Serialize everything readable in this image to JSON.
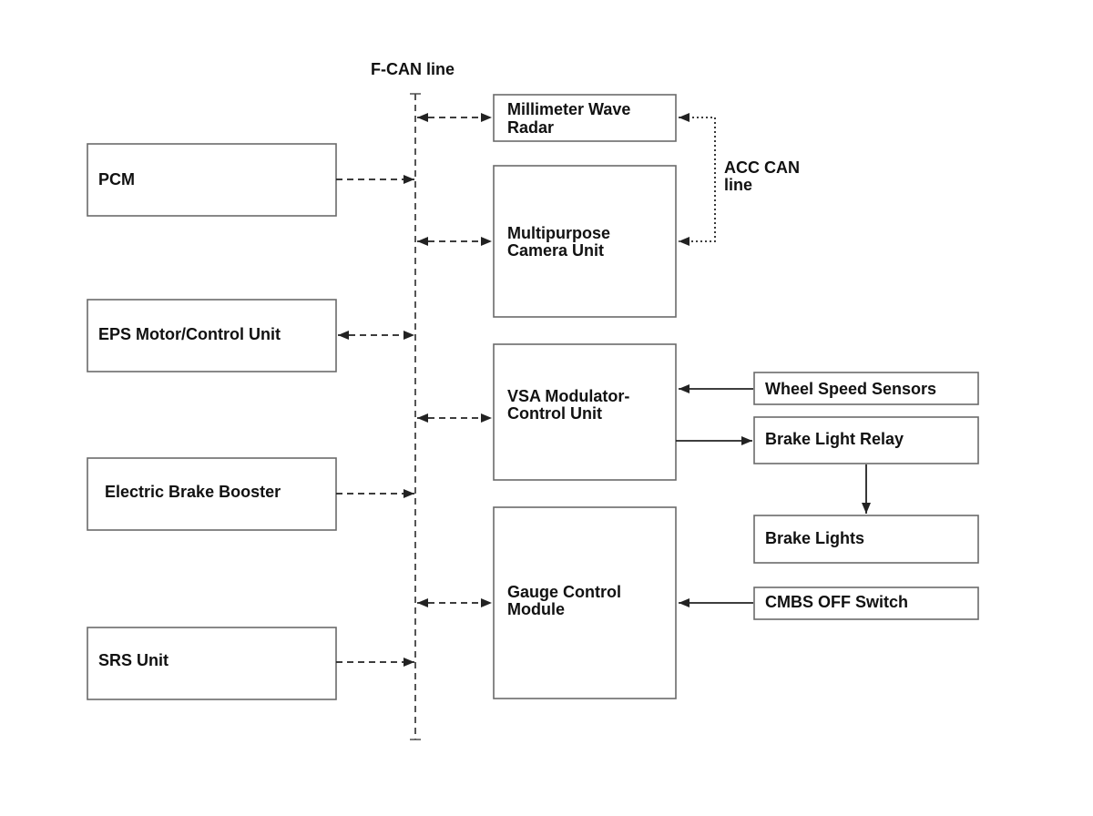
{
  "labels": {
    "fcan_line": "F-CAN line",
    "acc_can_line_1": "ACC CAN",
    "acc_can_line_2": "line"
  },
  "left_units": {
    "pcm": "PCM",
    "eps": "EPS Motor/Control Unit",
    "brake_booster": "Electric Brake Booster",
    "srs": "SRS Unit"
  },
  "center_units": {
    "radar_1": "Millimeter Wave",
    "radar_2": "Radar",
    "camera_1": "Multipurpose",
    "camera_2": "Camera Unit",
    "vsa_1": "VSA Modulator-",
    "vsa_2": "Control Unit",
    "gauge_1": "Gauge Control",
    "gauge_2": "Module"
  },
  "right_units": {
    "wheel_speed": "Wheel Speed Sensors",
    "brake_relay": "Brake Light Relay",
    "brake_lights": "Brake Lights",
    "cmbs_switch": "CMBS OFF Switch"
  },
  "colors": {
    "line": "#222222",
    "box_border": "#6a6a6a",
    "text": "#111111"
  }
}
